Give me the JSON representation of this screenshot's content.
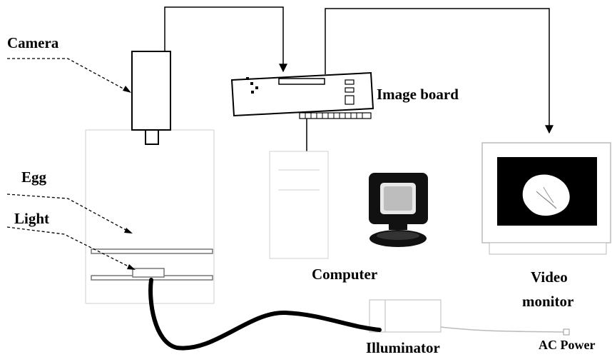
{
  "labels": {
    "camera": "Camera",
    "image_board": "Image board",
    "egg": "Egg",
    "light": "Light",
    "computer": "Computer",
    "video": "Video",
    "monitor": "monitor",
    "illuminator": "Illuminator",
    "ac_power": "AC Power"
  }
}
